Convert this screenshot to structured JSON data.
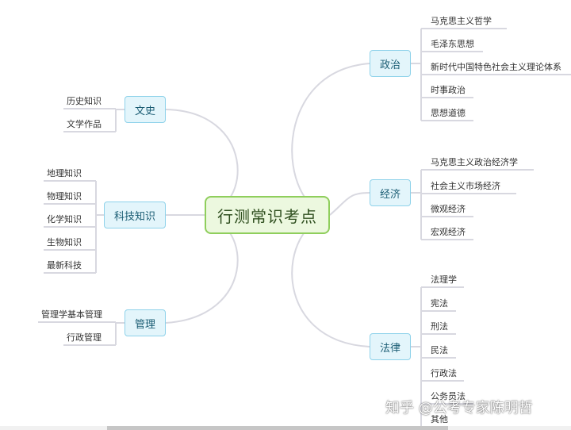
{
  "root": {
    "label": "行测常识考点"
  },
  "branches": [
    {
      "label": "政治",
      "items": [
        "马克思主义哲学",
        "毛泽东思想",
        "新时代中国特色社会主义理论体系",
        "时事政治",
        "思想道德"
      ]
    },
    {
      "label": "经济",
      "items": [
        "马克思主义政治经济学",
        "社会主义市场经济",
        "微观经济",
        "宏观经济"
      ]
    },
    {
      "label": "法律",
      "items": [
        "法理学",
        "宪法",
        "刑法",
        "民法",
        "行政法",
        "公务员法",
        "其他"
      ]
    },
    {
      "label": "文史",
      "items": [
        "历史知识",
        "文学作品"
      ]
    },
    {
      "label": "科技知识",
      "items": [
        "地理知识",
        "物理知识",
        "化学知识",
        "生物知识",
        "最新科技"
      ]
    },
    {
      "label": "管理",
      "items": [
        "管理学基本管理",
        "行政管理"
      ]
    }
  ],
  "watermark": "知乎 @公考专家陈明哲",
  "colors": {
    "root_border": "#8fce5c",
    "root_fill": "#ecf8df",
    "branch_border": "#8ed2ea",
    "branch_fill": "#e3f5fb",
    "connector": "#d8d8e0"
  }
}
